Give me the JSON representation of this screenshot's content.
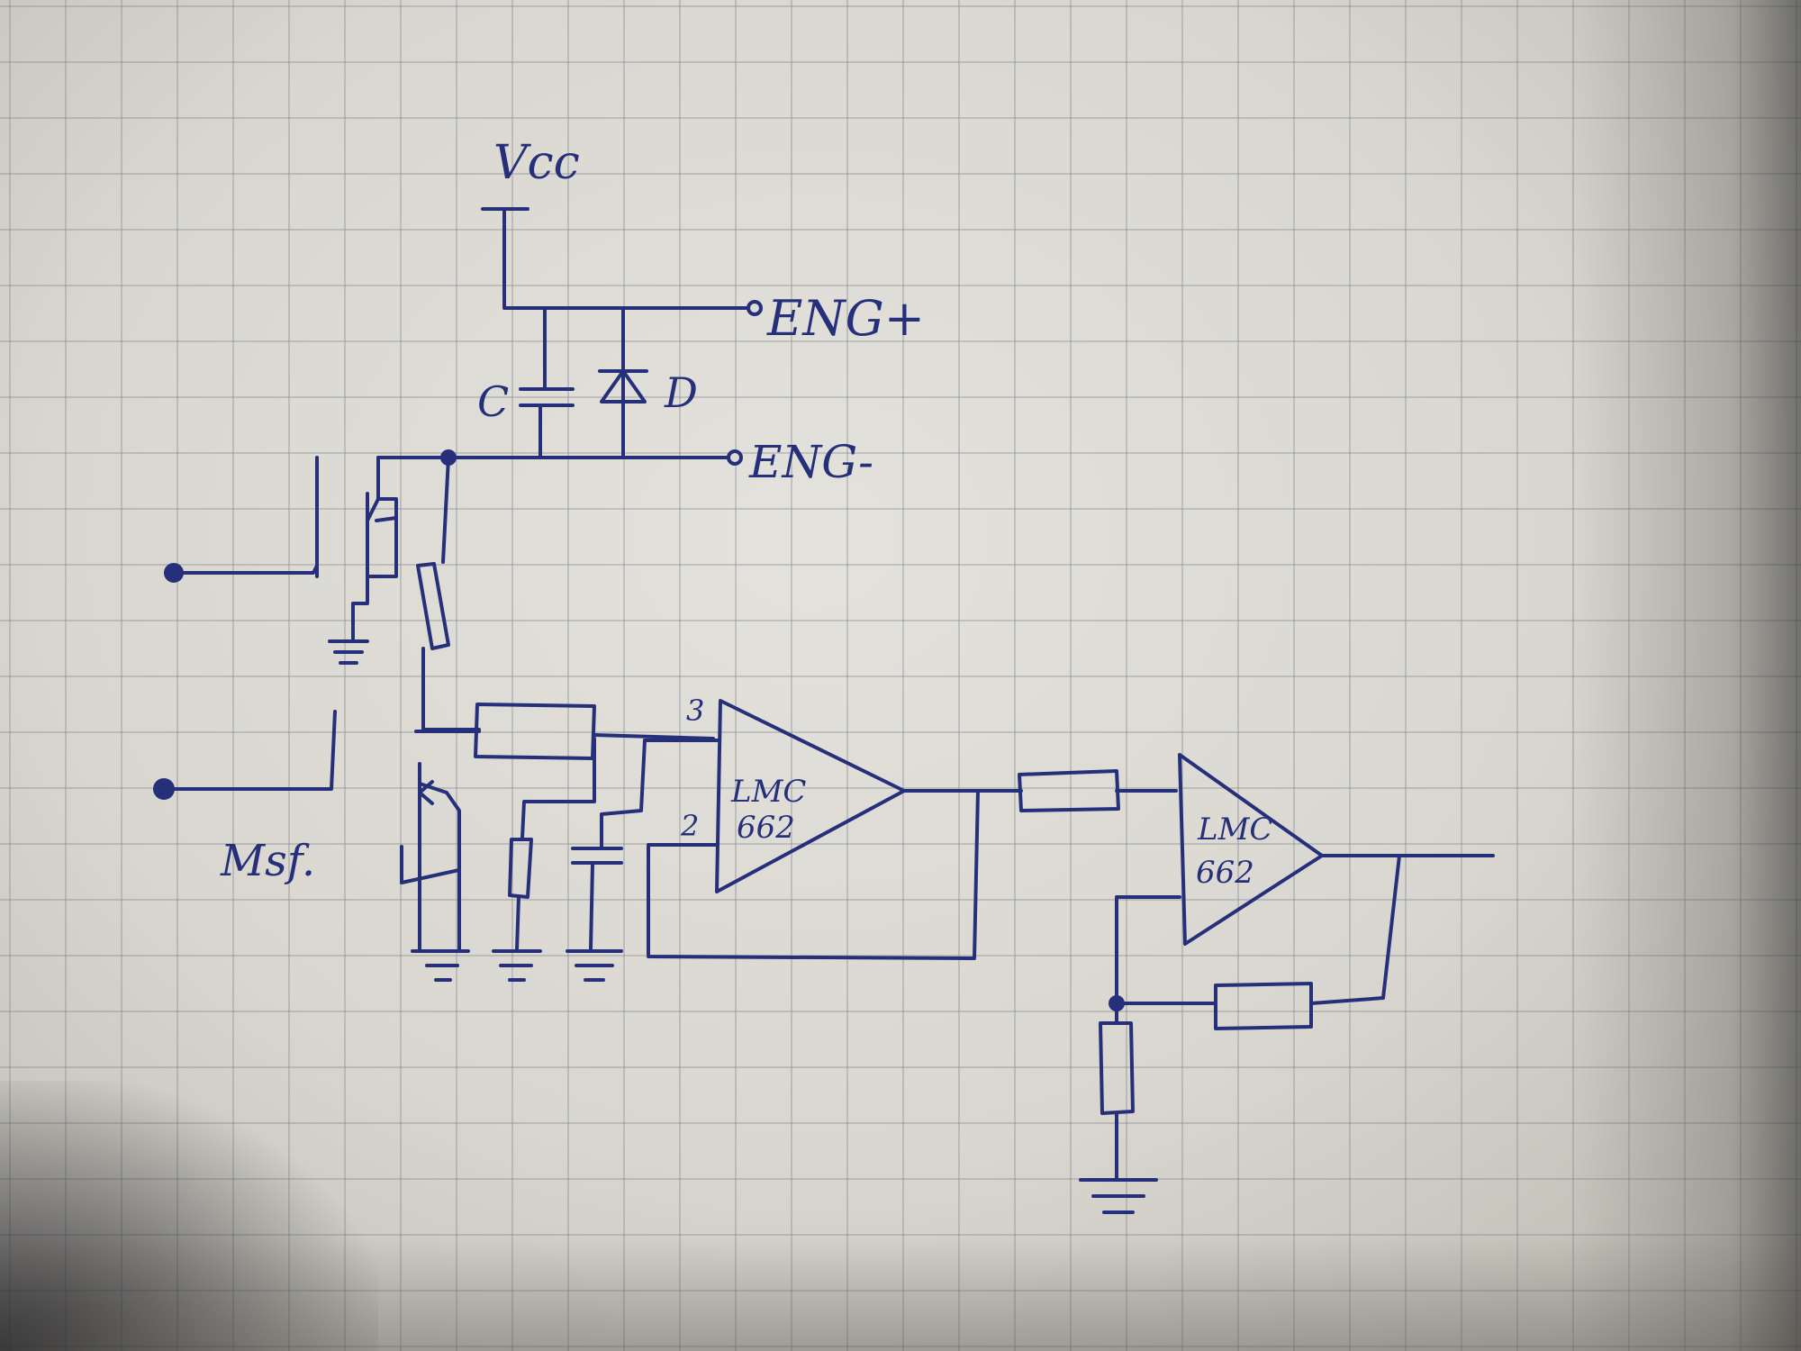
{
  "labels": {
    "vcc": "Vcc",
    "eng_plus": "ENG+",
    "eng_minus": "ENG-",
    "capacitor": "C",
    "diode": "D",
    "mosfet": "Msf.",
    "pin3": "3",
    "pin2": "2",
    "opamp1_line1": "LMC",
    "opamp1_line2": "662",
    "opamp2_line1": "LMC",
    "opamp2_line2": "662"
  },
  "colors": {
    "ink": "#26307a",
    "paper": "#e0ded8",
    "grid": "#8f95a0"
  }
}
